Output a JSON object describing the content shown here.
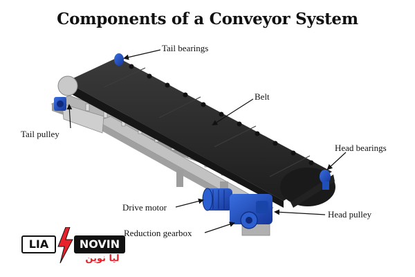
{
  "title": "Components of a Conveyor System",
  "labels": {
    "tail_bearings": "Tail bearings",
    "belt": "Belt",
    "tail_pulley": "Tail pulley",
    "head_bearings": "Head bearings",
    "drive_motor": "Drive motor",
    "head_pulley": "Head pulley",
    "reduction_gearbox": "Reduction gearbox"
  },
  "logo": {
    "left_text": "LIA",
    "right_text": "NOVIN",
    "persian_text": "لیا نوین",
    "bolt_color": "#e8212b"
  },
  "colors": {
    "belt": "#2b2b2b",
    "frame": "#a8a8a8",
    "motor": "#1f4fb8",
    "arrow": "#111111"
  }
}
